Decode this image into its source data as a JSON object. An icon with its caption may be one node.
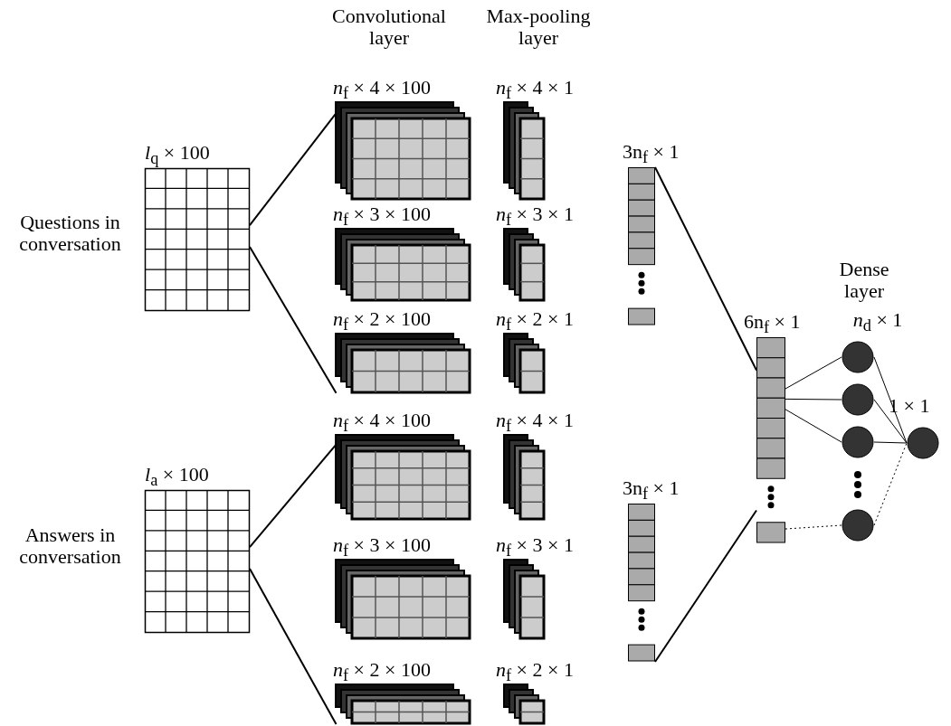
{
  "diagram": {
    "nodes": [
      {
        "text": [
          "*l*$_{q}$ × 100"
        ],
        "beside": [
          "Questions in conversation"
        ]
      },
      {
        "text": [
          "*n*$_{f}$ × 4 × 100"
        ]
      },
      {
        "text": [
          "*n*$_{f}$ × 3 × 100"
        ]
      },
      {
        "text": [
          "*n*$_{f}$ × 2 × 100"
        ]
      },
      {
        "text": [
          "*n*$_{f}$ × 4 × 1"
        ]
      },
      {
        "text": [
          "*n*$_{f}$ × 3 × 1"
        ]
      },
      {
        "text": [
          "*n*$_{f}$ × 2 × 1"
        ]
      },
      {
        "text": [
          "3n$_{f}$ × 1"
        ]
      },
      {
        "text": [
          "*l*$_{a}$ × 100"
        ],
        "beside": [
          "Answers in conversation"
        ]
      },
      {
        "text": [
          "*n*$_{f}$ × 4 × 100"
        ]
      },
      {
        "text": [
          "*n*$_{f}$ × 3 × 100"
        ]
      },
      {
        "text": [
          "*n*$_{f}$ × 2 × 100"
        ]
      },
      {
        "text": [
          "*n*$_{f}$ × 4 × 1"
        ]
      },
      {
        "text": [
          "*n*$_{f}$ × 3 × 1"
        ]
      },
      {
        "text": [
          "*n*$_{f}$ × 2 × 1"
        ]
      },
      {
        "text": [
          "3n$_{f}$ × 1"
        ]
      },
      {
        "text": [
          "6n$_{f}$ × 1"
        ]
      },
      {
        "text": [],
        "shape": "circle"
      },
      {
        "text": [],
        "shape": "circle"
      },
      {
        "text": [],
        "shape": "circle"
      },
      {
        "text": [],
        "shape": "circle"
      },
      {
        "text": [
          "1 × 1"
        ]
      }
    ],
    "edges": [
      {
        "from": 0,
        "to": 1,
        "arrow": "none"
      },
      {
        "from": 0,
        "to": 3,
        "arrow": "none"
      },
      {
        "from": 8,
        "to": 9,
        "arrow": "none"
      },
      {
        "from": 8,
        "to": 11,
        "arrow": "none"
      },
      {
        "from": 7,
        "to": 16,
        "arrow": "none"
      },
      {
        "from": 15,
        "to": 16,
        "arrow": "none"
      },
      {
        "from": 16,
        "to": 17,
        "arrow": "none"
      },
      {
        "from": 16,
        "to": 18,
        "arrow": "none"
      },
      {
        "from": 16,
        "to": 19,
        "arrow": "none"
      },
      {
        "from": 16,
        "to": 20,
        "arrow": "none",
        "style": "dashed"
      },
      {
        "from": 17,
        "to": 21,
        "arrow": "none"
      },
      {
        "from": 18,
        "to": 21,
        "arrow": "none"
      },
      {
        "from": 19,
        "to": 21,
        "arrow": "none"
      },
      {
        "from": 20,
        "to": 21,
        "arrow": "none",
        "style": "dashed"
      }
    ],
    "labels": [
      "Convolutional layer",
      "Max-pooling layer",
      "Dense layer",
      "*n*$_{d}$ × 1"
    ]
  }
}
